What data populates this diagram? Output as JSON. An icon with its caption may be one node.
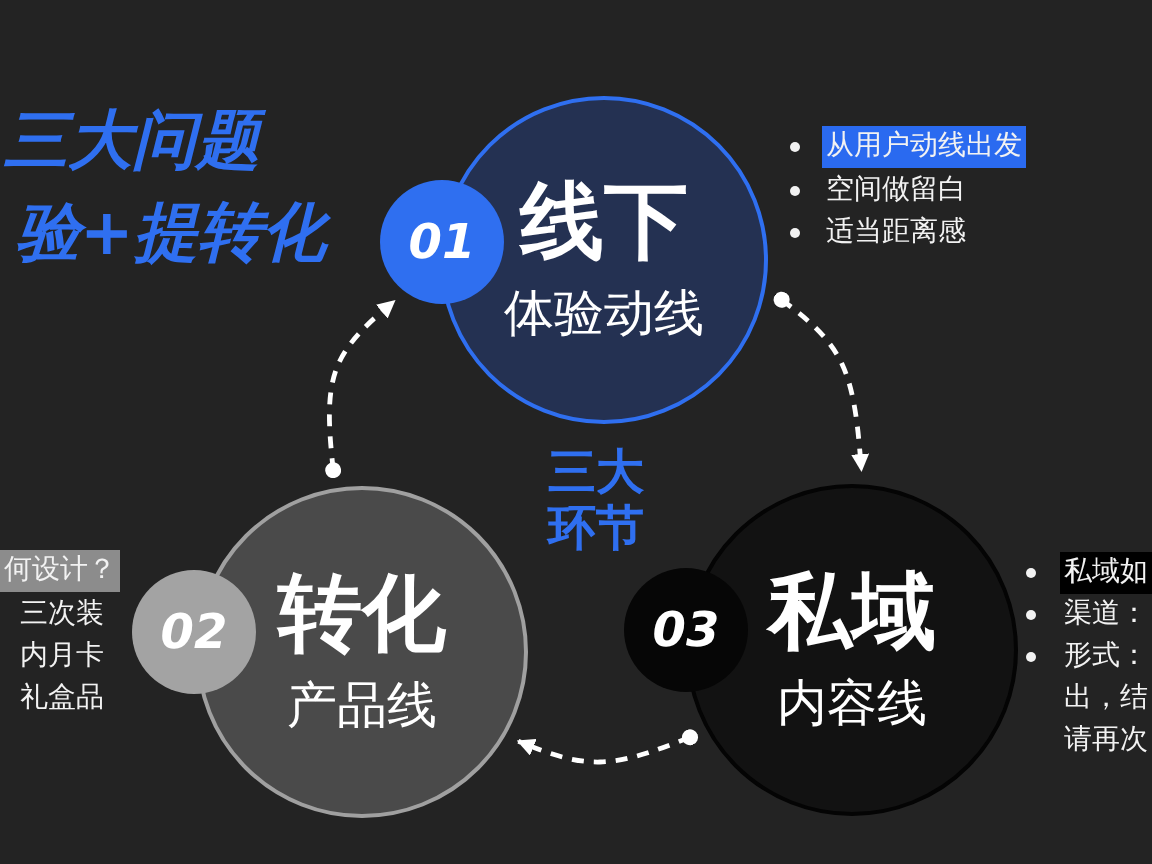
{
  "diagram": {
    "nodes": [
      {
        "text": [
          "线下",
          "体验动线"
        ],
        "beside": [
          "从用户动线出发",
          "空间做留白",
          "适当距离感"
        ]
      },
      {
        "text": [
          "01"
        ]
      },
      {
        "text": [
          "转化",
          "产品线"
        ],
        "beside": [
          "何设计？",
          "三次装",
          "内月卡",
          "礼盒品"
        ]
      },
      {
        "text": [
          "02"
        ]
      },
      {
        "text": [
          "私域",
          "内容线"
        ],
        "beside": [
          "私域如",
          "渠道：",
          "形式：出，结请再次"
        ]
      },
      {
        "text": [
          "03"
        ]
      }
    ],
    "edges": [
      {
        "from": 0,
        "to": 4,
        "arrow": "to",
        "style": "dashed"
      },
      {
        "from": 4,
        "to": 2,
        "arrow": "to",
        "style": "dashed"
      },
      {
        "from": 2,
        "to": 1,
        "arrow": "to",
        "style": "dashed"
      }
    ],
    "labels": [
      "三大问题",
      "验+提转化",
      "三大环节"
    ]
  }
}
